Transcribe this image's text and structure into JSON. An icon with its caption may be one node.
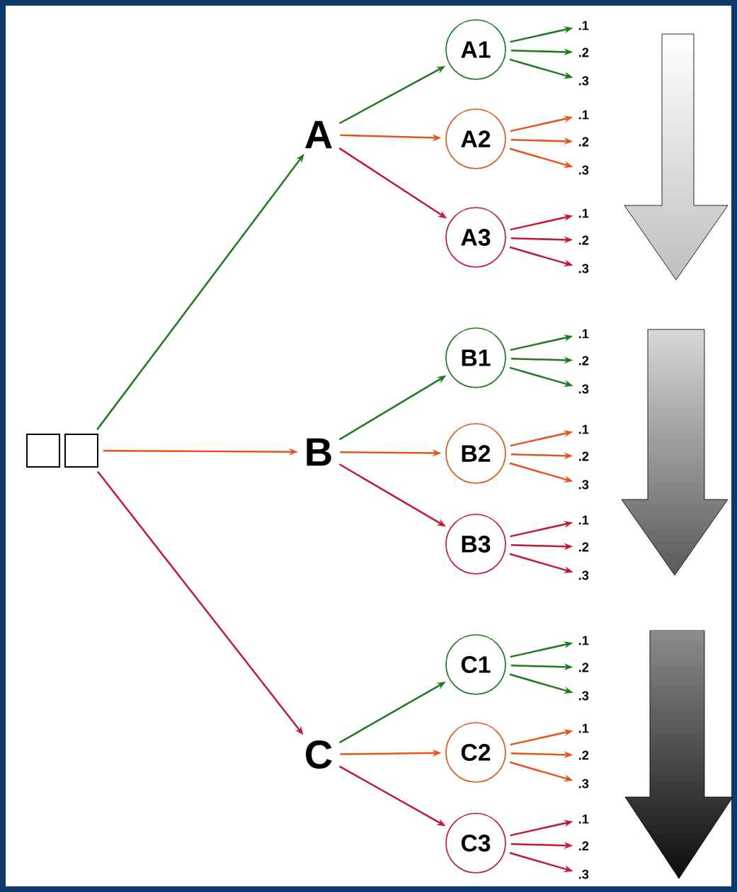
{
  "diagram": {
    "nodes": [
      {
        "text": [],
        "shape": "box"
      },
      {
        "text": [],
        "shape": "box"
      },
      {
        "text": [
          "A"
        ]
      },
      {
        "text": [
          "B"
        ]
      },
      {
        "text": [
          "C"
        ]
      },
      {
        "text": [
          "A1"
        ]
      },
      {
        "text": [
          "A2"
        ]
      },
      {
        "text": [
          "A3"
        ]
      },
      {
        "text": [
          "B1"
        ]
      },
      {
        "text": [
          "B2"
        ]
      },
      {
        "text": [
          "B3"
        ]
      },
      {
        "text": [
          "C1"
        ]
      },
      {
        "text": [
          "C2"
        ]
      },
      {
        "text": [
          "C3"
        ]
      },
      {
        "text": [
          ".1"
        ]
      },
      {
        "text": [
          ".2"
        ]
      },
      {
        "text": [
          ".3"
        ]
      },
      {
        "text": [
          ".1"
        ]
      },
      {
        "text": [
          ".2"
        ]
      },
      {
        "text": [
          ".3"
        ]
      },
      {
        "text": [
          ".1"
        ]
      },
      {
        "text": [
          ".2"
        ]
      },
      {
        "text": [
          ".3"
        ]
      },
      {
        "text": [
          ".1"
        ]
      },
      {
        "text": [
          ".2"
        ]
      },
      {
        "text": [
          ".3"
        ]
      },
      {
        "text": [
          ".1"
        ]
      },
      {
        "text": [
          ".2"
        ]
      },
      {
        "text": [
          ".3"
        ]
      },
      {
        "text": [
          ".1"
        ]
      },
      {
        "text": [
          ".2"
        ]
      },
      {
        "text": [
          ".3"
        ]
      },
      {
        "text": [
          ".1"
        ]
      },
      {
        "text": [
          ".2"
        ]
      },
      {
        "text": [
          ".3"
        ]
      },
      {
        "text": [
          ".1"
        ]
      },
      {
        "text": [
          ".2"
        ]
      },
      {
        "text": [
          ".3"
        ]
      },
      {
        "text": [
          ".1"
        ]
      },
      {
        "text": [
          ".2"
        ]
      },
      {
        "text": [
          ".3"
        ]
      }
    ],
    "edges": [
      {
        "from": 1,
        "to": 2,
        "arrow": "to",
        "color": "#1e7a1e"
      },
      {
        "from": 1,
        "to": 3,
        "arrow": "to",
        "color": "#e2561e"
      },
      {
        "from": 1,
        "to": 4,
        "arrow": "to",
        "color": "#c2183c"
      },
      {
        "from": 2,
        "to": 5,
        "arrow": "to",
        "color": "#1e7a1e"
      },
      {
        "from": 2,
        "to": 6,
        "arrow": "to",
        "color": "#e2561e"
      },
      {
        "from": 2,
        "to": 7,
        "arrow": "to",
        "color": "#c2183c"
      },
      {
        "from": 3,
        "to": 8,
        "arrow": "to",
        "color": "#1e7a1e"
      },
      {
        "from": 3,
        "to": 9,
        "arrow": "to",
        "color": "#e2561e"
      },
      {
        "from": 3,
        "to": 10,
        "arrow": "to",
        "color": "#c2183c"
      },
      {
        "from": 4,
        "to": 11,
        "arrow": "to",
        "color": "#1e7a1e"
      },
      {
        "from": 4,
        "to": 12,
        "arrow": "to",
        "color": "#e2561e"
      },
      {
        "from": 4,
        "to": 13,
        "arrow": "to",
        "color": "#c2183c"
      },
      {
        "from": 5,
        "to": 14,
        "arrow": "to",
        "color": "#1e7a1e"
      },
      {
        "from": 5,
        "to": 15,
        "arrow": "to",
        "color": "#1e7a1e"
      },
      {
        "from": 5,
        "to": 16,
        "arrow": "to",
        "color": "#1e7a1e"
      },
      {
        "from": 6,
        "to": 17,
        "arrow": "to",
        "color": "#e2561e"
      },
      {
        "from": 6,
        "to": 18,
        "arrow": "to",
        "color": "#e2561e"
      },
      {
        "from": 6,
        "to": 19,
        "arrow": "to",
        "color": "#e2561e"
      },
      {
        "from": 7,
        "to": 20,
        "arrow": "to",
        "color": "#c2183c"
      },
      {
        "from": 7,
        "to": 21,
        "arrow": "to",
        "color": "#c2183c"
      },
      {
        "from": 7,
        "to": 22,
        "arrow": "to",
        "color": "#c2183c"
      },
      {
        "from": 8,
        "to": 23,
        "arrow": "to",
        "color": "#1e7a1e"
      },
      {
        "from": 8,
        "to": 24,
        "arrow": "to",
        "color": "#1e7a1e"
      },
      {
        "from": 8,
        "to": 25,
        "arrow": "to",
        "color": "#1e7a1e"
      },
      {
        "from": 9,
        "to": 26,
        "arrow": "to",
        "color": "#e2561e"
      },
      {
        "from": 9,
        "to": 27,
        "arrow": "to",
        "color": "#e2561e"
      },
      {
        "from": 9,
        "to": 28,
        "arrow": "to",
        "color": "#e2561e"
      },
      {
        "from": 10,
        "to": 29,
        "arrow": "to",
        "color": "#c2183c"
      },
      {
        "from": 10,
        "to": 30,
        "arrow": "to",
        "color": "#c2183c"
      },
      {
        "from": 10,
        "to": 31,
        "arrow": "to",
        "color": "#c2183c"
      },
      {
        "from": 11,
        "to": 32,
        "arrow": "to",
        "color": "#1e7a1e"
      },
      {
        "from": 11,
        "to": 33,
        "arrow": "to",
        "color": "#1e7a1e"
      },
      {
        "from": 11,
        "to": 34,
        "arrow": "to",
        "color": "#1e7a1e"
      },
      {
        "from": 12,
        "to": 35,
        "arrow": "to",
        "color": "#e2561e"
      },
      {
        "from": 12,
        "to": 36,
        "arrow": "to",
        "color": "#e2561e"
      },
      {
        "from": 12,
        "to": 37,
        "arrow": "to",
        "color": "#e2561e"
      },
      {
        "from": 13,
        "to": 38,
        "arrow": "to",
        "color": "#c2183c"
      },
      {
        "from": 13,
        "to": 39,
        "arrow": "to",
        "color": "#c2183c"
      },
      {
        "from": 13,
        "to": 40,
        "arrow": "to",
        "color": "#c2183c"
      }
    ]
  }
}
